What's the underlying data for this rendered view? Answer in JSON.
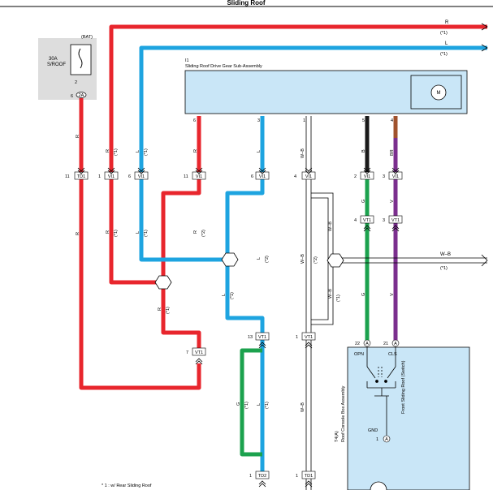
{
  "title": "Sliding Roof",
  "fuse": {
    "top_label": "(BAT)",
    "rating": "30A",
    "name": "S/ROOF",
    "pin_out": "2",
    "connector_pin": "6",
    "connector": "2A"
  },
  "right_signals": [
    {
      "name": "R",
      "note": "(*1)",
      "color": "#e8262d"
    },
    {
      "name": "L",
      "note": "(*1)",
      "color": "#1ea4e0"
    }
  ],
  "assembly": {
    "id": "I1",
    "name": "Sliding Roof Drive Gear Sub-Assembly",
    "motor": "M",
    "pins": [
      "6",
      "3",
      "1",
      "5",
      "4"
    ]
  },
  "wire_colors": {
    "red": "#e8262d",
    "blue": "#1ea4e0",
    "green": "#1ca24e",
    "purple": "#7b2f8e",
    "black": "#1a1a1a",
    "brown": "#a0522d",
    "gray": "#ffffff",
    "box_fill": "#c9e6f7"
  },
  "connector_labels": {
    "td1_top": {
      "pin": "11",
      "name": "TD1"
    },
    "vi1_a": {
      "pin": "1",
      "name": "VI1"
    },
    "vi1_b": {
      "pin": "6",
      "name": "VI1"
    },
    "vi1_c": {
      "pin": "11",
      "name": "VI1"
    },
    "vi1_d": {
      "pin": "6",
      "name": "VI1"
    },
    "vi1_e": {
      "pin": "4",
      "name": "VI1"
    },
    "vi1_f": {
      "pin": "2",
      "name": "VI1"
    },
    "vi1_g": {
      "pin": "3",
      "name": "VI1"
    },
    "vt1_a": {
      "pin": "4",
      "name": "VT1"
    },
    "vt1_b": {
      "pin": "3",
      "name": "VT1"
    },
    "vt1_c": {
      "pin": "13",
      "name": "VT1"
    },
    "vt1_d": {
      "pin": "1",
      "name": "VT1"
    },
    "vt1_e": {
      "pin": "7",
      "name": "VT1"
    },
    "td2": {
      "pin": "1",
      "name": "TD2"
    },
    "td1_bottom": {
      "pin": "1",
      "name": "TD1"
    }
  },
  "wire_labels": {
    "r": "R",
    "l": "L",
    "wb": "W–B",
    "g": "G",
    "v": "V",
    "b": "B",
    "br": "BR",
    "note1": "(*1)",
    "note2": "(*2)"
  },
  "wb_signal": {
    "name": "W–B",
    "note": "(*1)"
  },
  "console": {
    "id": "T4(A)",
    "name": "Roof Console Box Assembly",
    "switch_name": "Front Sliding Roof (Switch)",
    "opn": "OPN",
    "cls": "CLS",
    "gnd": "GND",
    "pin_opn": "22",
    "pin_cls": "21",
    "pin_gnd": "1",
    "conn": "A"
  },
  "footnote": "* 1 : w/ Rear Sliding Roof"
}
